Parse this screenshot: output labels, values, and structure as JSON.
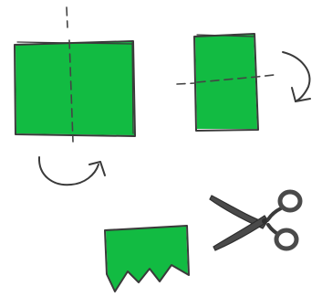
{
  "diagram": {
    "steps": [
      {
        "action": "fold-vertical",
        "icon": "folded-square-icon"
      },
      {
        "action": "fold-horizontal",
        "icon": "folded-rectangle-icon"
      },
      {
        "action": "cut-zigzag",
        "icon": "scissors-icon"
      }
    ],
    "colors": {
      "paper": "#12bb42",
      "ink": "#3a3a3a",
      "scissor_blade": "#4a4a4a"
    }
  }
}
